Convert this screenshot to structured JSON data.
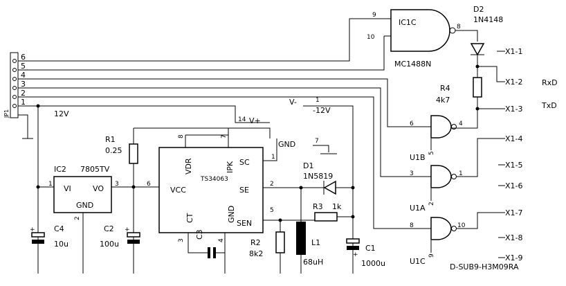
{
  "connector": {
    "ref": "JP1",
    "pins": [
      "6",
      "5",
      "4",
      "3",
      "2",
      "1"
    ]
  },
  "rail_12v": "12V",
  "vplus_node": {
    "pin": "14",
    "label": "V+"
  },
  "gnd_node": {
    "pin": "7",
    "label": "GND"
  },
  "vminus_node": {
    "label": "V-",
    "pin": "1",
    "value": "-12V"
  },
  "ic1c": {
    "ref": "IC1C",
    "part": "MC1488N",
    "pin_in1": "9",
    "pin_in2": "10",
    "pin_out": "8"
  },
  "d2": {
    "ref": "D2",
    "value": "1N4148"
  },
  "r4": {
    "ref": "R4",
    "value": "4k7"
  },
  "rxd": "RxD",
  "txd": "TxD",
  "u1b": {
    "ref": "U1B",
    "pin_in": "6",
    "pin_out": "4",
    "pin_gnd": "5"
  },
  "u1a": {
    "ref": "U1A",
    "pin_in": "3",
    "pin_out": "1",
    "pin_gnd": "2"
  },
  "u1c": {
    "ref": "U1C",
    "pin_in": "8",
    "pin_out": "10",
    "pin_gnd": "9"
  },
  "db9": {
    "part": "D-SUB9-H3M09RA",
    "pins": [
      "X1-1",
      "X1-2",
      "X1-3",
      "X1-4",
      "X1-5",
      "X1-6",
      "X1-7",
      "X1-8",
      "X1-9"
    ]
  },
  "ic2": {
    "ref": "IC2",
    "part": "7805TV",
    "vi": "VI",
    "vo": "VO",
    "gnd": "GND",
    "pin1": "1",
    "pin2": "2",
    "pin3": "3"
  },
  "r1": {
    "ref": "R1",
    "value": "0.25"
  },
  "c4": {
    "ref": "C4",
    "value": "10u"
  },
  "c2": {
    "ref": "C2",
    "value": "100u"
  },
  "ts": {
    "part": "TS34063",
    "vcc": "VCC",
    "vdr": "VDR",
    "ipk": "IPK",
    "sc": "SC",
    "se": "SE",
    "ct": "CT",
    "gnd": "GND",
    "sen": "SEN",
    "pin_vcc": "6",
    "pin_vdr": "8",
    "pin_ipk": "7",
    "pin_sc": "1",
    "pin_se": "2",
    "pin_ct": "3",
    "pin_gnd": "4",
    "pin_sen": "5"
  },
  "c3": {
    "ref": "C3"
  },
  "d1": {
    "ref": "D1",
    "value": "1N5819"
  },
  "r3": {
    "ref": "R3",
    "value": "1k"
  },
  "r2": {
    "ref": "R2",
    "value": "8k2"
  },
  "l1": {
    "ref": "L1",
    "value": "68uH"
  },
  "c1": {
    "ref": "C1",
    "value": "1000u"
  },
  "polarity": "+"
}
